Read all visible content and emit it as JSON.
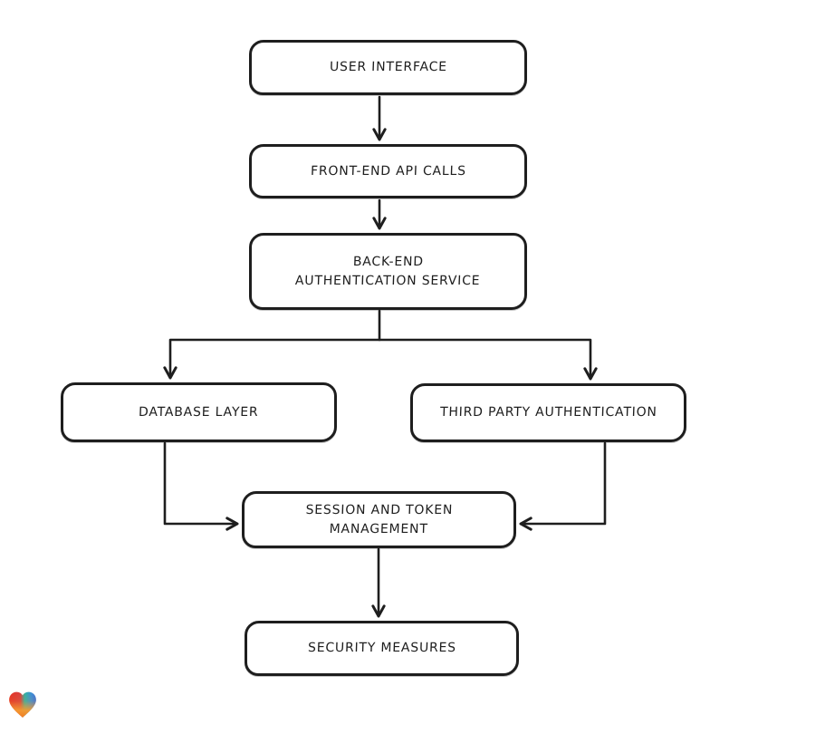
{
  "page": {
    "background_color": "#ffffff"
  },
  "diagram": {
    "type": "flowchart",
    "style": {
      "stroke_color": "#1e1e1e",
      "node_fill_color": "#ffffff"
    },
    "nodes": [
      {
        "id": "user-interface",
        "label": "USER INTERFACE"
      },
      {
        "id": "front-end-api-calls",
        "label": "FRONT-END API CALLS"
      },
      {
        "id": "back-end-authentication-service",
        "label": "BACK-END AUTHENTICATION SERVICE"
      },
      {
        "id": "database-layer",
        "label": "DATABASE LAYER"
      },
      {
        "id": "third-party-authentication",
        "label": "THIRD PARTY AUTHENTICATION"
      },
      {
        "id": "session-and-token-management",
        "label": "SESSION AND TOKEN MANAGEMENT"
      },
      {
        "id": "security-measures",
        "label": "SECURITY MEASURES"
      }
    ],
    "edges": [
      {
        "from": "user-interface",
        "to": "front-end-api-calls"
      },
      {
        "from": "front-end-api-calls",
        "to": "back-end-authentication-service"
      },
      {
        "from": "back-end-authentication-service",
        "to": "database-layer"
      },
      {
        "from": "back-end-authentication-service",
        "to": "third-party-authentication"
      },
      {
        "from": "database-layer",
        "to": "session-and-token-management"
      },
      {
        "from": "third-party-authentication",
        "to": "session-and-token-management"
      },
      {
        "from": "session-and-token-management",
        "to": "security-measures"
      }
    ]
  },
  "logo": {
    "icon": "gradient-heart-icon",
    "colors": {
      "red": "#e53125",
      "teal": "#2fb3a3",
      "blue": "#3a6fd8",
      "orange": "#f59b31",
      "deep_orange": "#ef7d24"
    }
  }
}
